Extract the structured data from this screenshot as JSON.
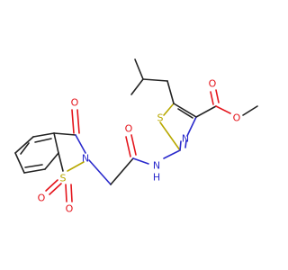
{
  "atoms": {
    "O": "O",
    "N": "N",
    "S": "S",
    "NH": "H",
    "NH_N": "N"
  },
  "colors": {
    "carbon_bond": "#222222",
    "oxygen": "#e4141b",
    "nitrogen": "#2a2acc",
    "sulfur": "#b8a800"
  }
}
